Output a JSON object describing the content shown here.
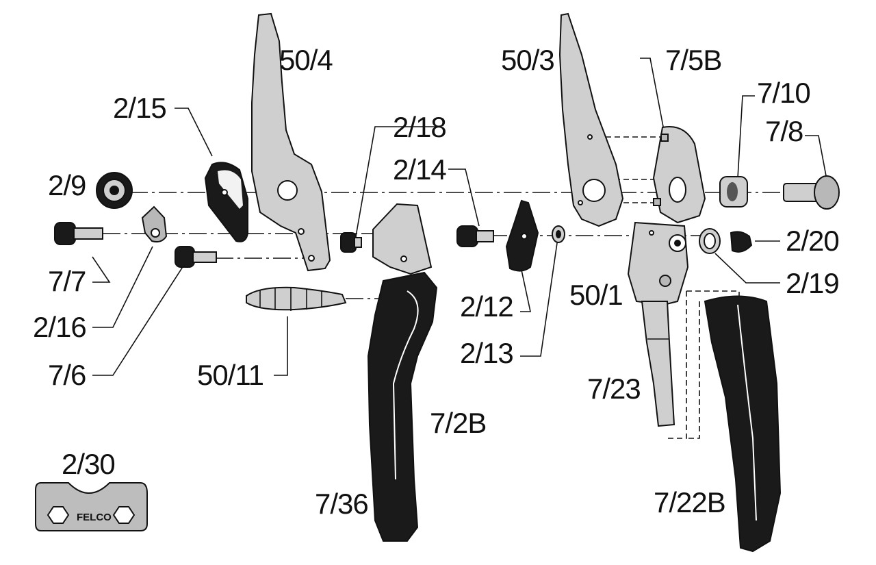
{
  "parts": {
    "p50_4": "50/4",
    "p2_15": "2/15",
    "p2_18": "2/18",
    "p2_14": "2/14",
    "p50_3": "50/3",
    "p7_5B": "7/5B",
    "p7_10": "7/10",
    "p7_8": "7/8",
    "p2_9": "2/9",
    "p2_20": "2/20",
    "p7_7": "7/7",
    "p2_19": "2/19",
    "p2_12": "2/12",
    "p50_1": "50/1",
    "p2_16": "2/16",
    "p2_13": "2/13",
    "p7_6": "7/6",
    "p50_11": "50/11",
    "p7_23": "7/23",
    "p7_2B": "7/2B",
    "p2_30": "2/30",
    "p7_36": "7/36",
    "p7_22B": "7/22B"
  },
  "wrench_brand": "FELCO"
}
